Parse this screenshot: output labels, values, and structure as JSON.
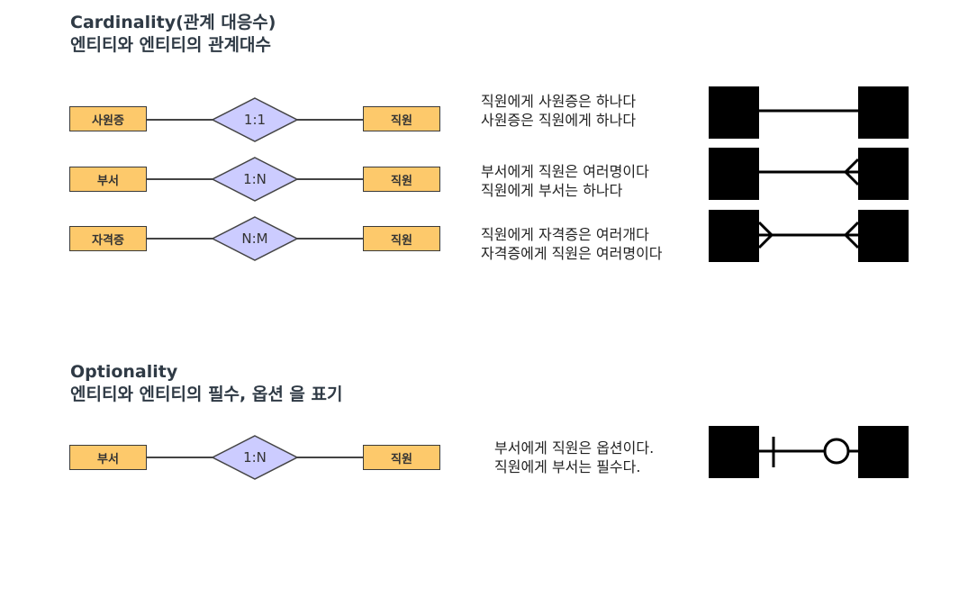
{
  "cardinality": {
    "title": "Cardinality(관계 대응수)",
    "subtitle": "엔티티와 엔티티의 관계대수",
    "rows": [
      {
        "left": "사원증",
        "relation": "1:1",
        "right": "직원",
        "line1": "직원에게 사원증은 하나다",
        "line2": "사원증은 직원에게 하나다",
        "notation": "one-to-one"
      },
      {
        "left": "부서",
        "relation": "1:N",
        "right": "직원",
        "line1": "부서에게 직원은 여러명이다",
        "line2": "직원에게 부서는 하나다",
        "notation": "one-to-many"
      },
      {
        "left": "자격증",
        "relation": "N:M",
        "right": "직원",
        "line1": "직원에게 자격증은 여러개다",
        "line2": "자격증에게 직원은 여러명이다",
        "notation": "many-to-many"
      }
    ]
  },
  "optionality": {
    "title": "Optionality",
    "subtitle": "엔티티와 엔티티의 필수, 옵션 을 표기",
    "rows": [
      {
        "left": "부서",
        "relation": "1:N",
        "right": "직원",
        "line1": "부서에게 직원은 옵션이다.",
        "line2": "직원에게 부서는 필수다.",
        "notation": "mandatory-optional"
      }
    ]
  },
  "colors": {
    "entity_fill": "#fdc96b",
    "relationship_fill": "#ccccff",
    "notation_fill": "#000000"
  }
}
